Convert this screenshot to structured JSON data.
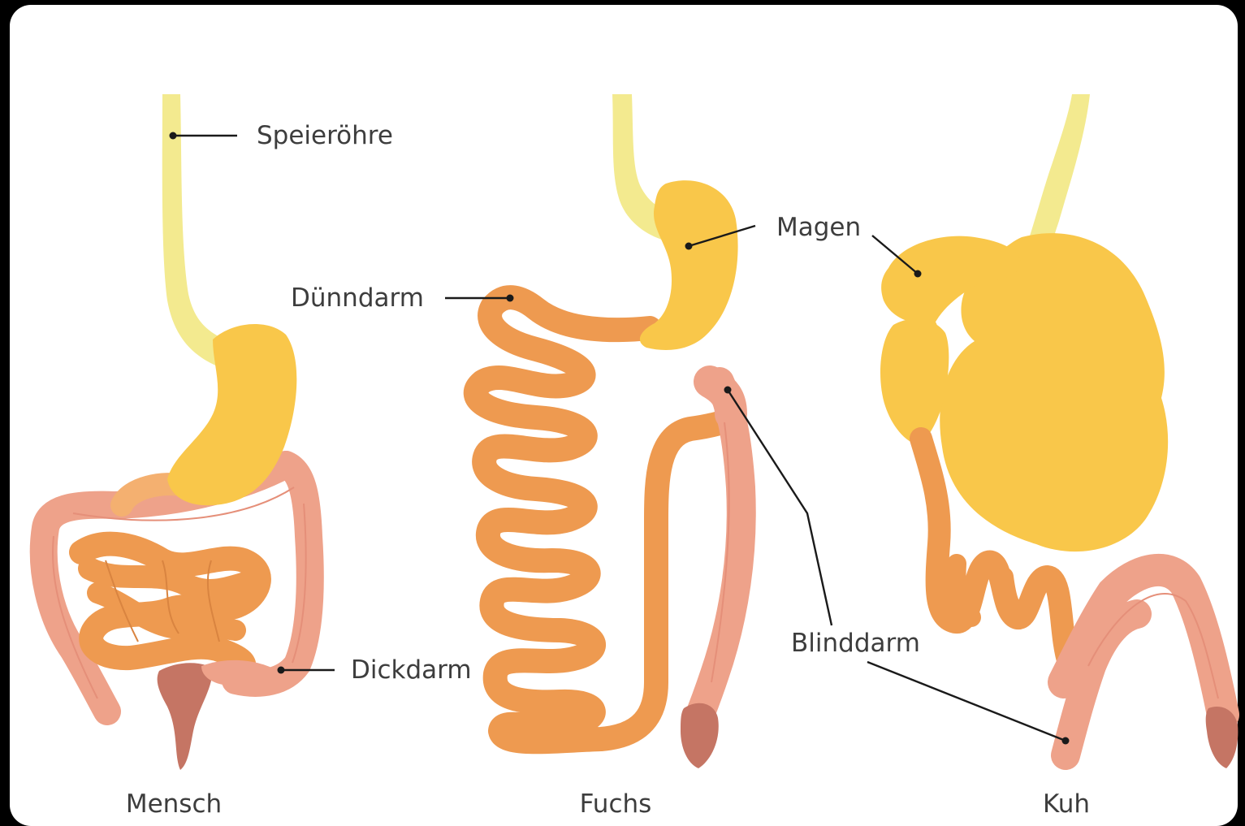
{
  "labels": {
    "speiseroehre": "Speieröhre",
    "magen": "Magen",
    "duenndarm": "Dünndarm",
    "dickdarm": "Dickdarm",
    "blinddarm": "Blinddarm"
  },
  "animals": {
    "human": "Mensch",
    "fox": "Fuchs",
    "cow": "Kuh"
  },
  "colors": {
    "background": "#ffffff",
    "frame": "#000000",
    "esophagus": "#f3ea8f",
    "stomach": "#f9c74a",
    "small_intestine": "#ee9a50",
    "large_intestine": "#eea28a",
    "rectum": "#c57564",
    "leader_line": "#1a1a1a",
    "label_text": "#3d3d3d"
  }
}
